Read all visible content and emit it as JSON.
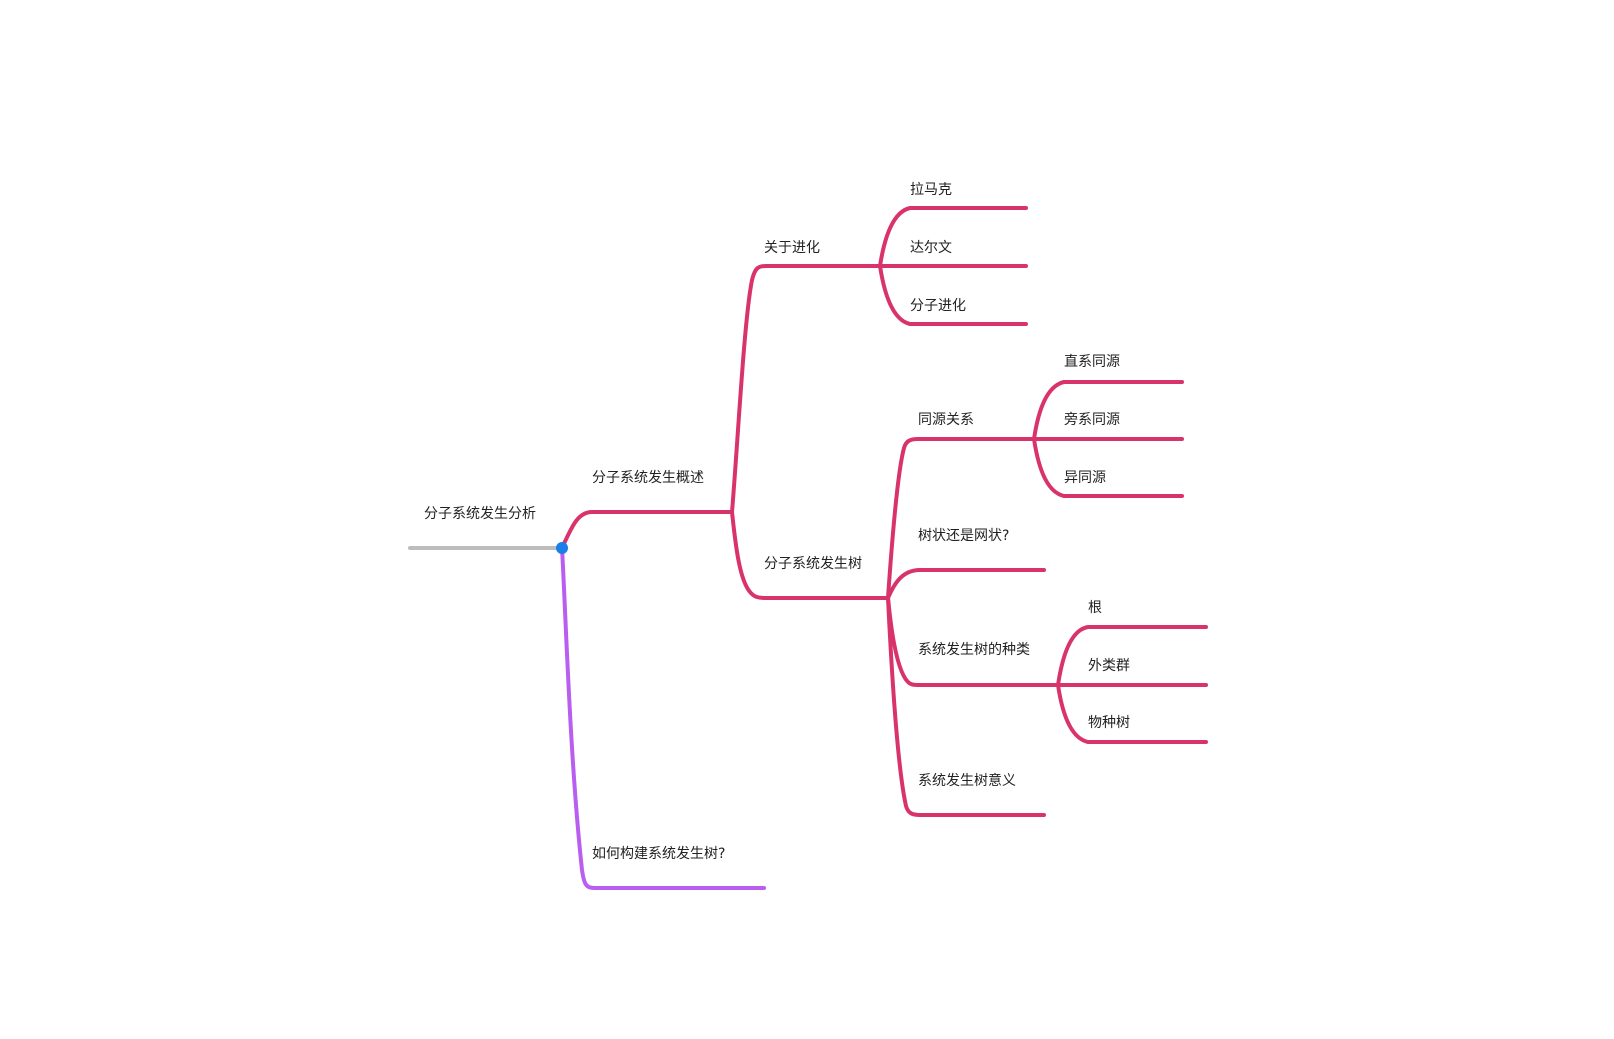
{
  "colors": {
    "root_line": "#bdbdbd",
    "branch_main": "#d9336b",
    "branch_secondary": "#b95ef0",
    "root_dot": "#1a7fe8"
  },
  "nodes": {
    "root": "分子系统发生分析",
    "overview": "分子系统发生概述",
    "evolution": "关于进化",
    "lamarck": "拉马克",
    "darwin": "达尔文",
    "molecular_evolution": "分子进化",
    "phylo_tree": "分子系统发生树",
    "homology": "同源关系",
    "orthology": "直系同源",
    "paralogy": "旁系同源",
    "xenology": "异同源",
    "tree_or_net": "树状还是网状?",
    "tree_types": "系统发生树的种类",
    "root_node": "根",
    "outgroup": "外类群",
    "species_tree": "物种树",
    "tree_meaning": "系统发生树意义",
    "how_to_build": "如何构建系统发生树?"
  }
}
